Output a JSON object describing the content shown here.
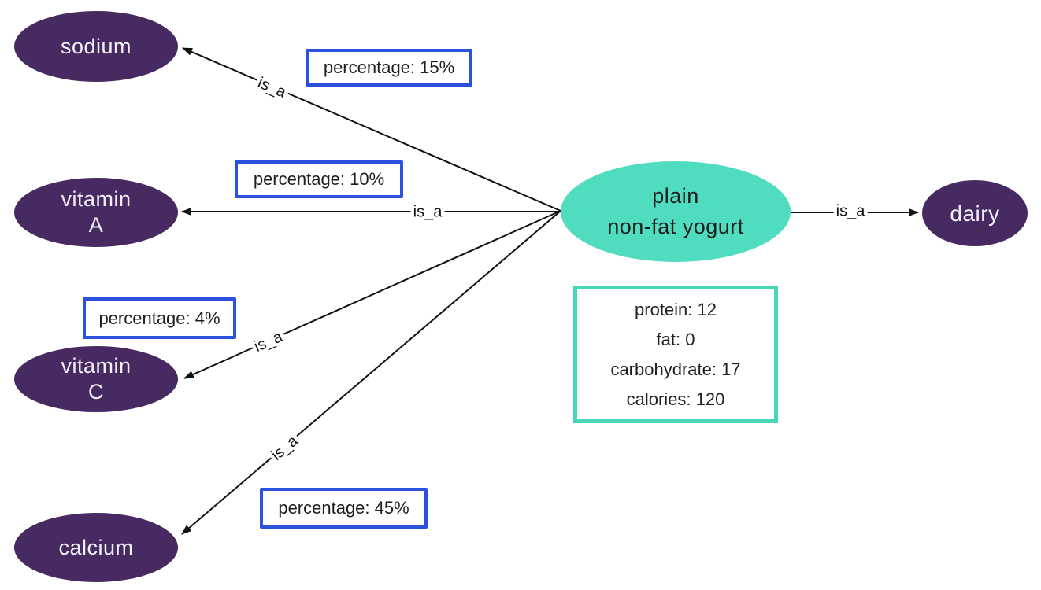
{
  "colors": {
    "node-purple": "#472a62",
    "node-teal": "#50dcbe",
    "attr-border": "#2b51de",
    "info-border": "#47d6b8",
    "edge": "#111111",
    "node-text-light": "#f3eff8",
    "node-text-dark": "#1d1d1d"
  },
  "nodes": {
    "sodium": {
      "label": "sodium"
    },
    "vitamin_a": {
      "line1": "vitamin",
      "line2": "A"
    },
    "vitamin_c": {
      "line1": "vitamin",
      "line2": "C"
    },
    "calcium": {
      "label": "calcium"
    },
    "yogurt": {
      "line1": "plain",
      "line2": "non-fat yogurt"
    },
    "dairy": {
      "label": "dairy"
    }
  },
  "edges": [
    {
      "from": "plain non-fat yogurt",
      "to": "sodium",
      "label": "is_a"
    },
    {
      "from": "plain non-fat yogurt",
      "to": "vitamin A",
      "label": "is_a"
    },
    {
      "from": "plain non-fat yogurt",
      "to": "vitamin C",
      "label": "is_a"
    },
    {
      "from": "plain non-fat yogurt",
      "to": "calcium",
      "label": "is_a"
    },
    {
      "from": "plain non-fat yogurt",
      "to": "dairy",
      "label": "is_a"
    }
  ],
  "attributes": [
    {
      "for": "sodium",
      "text": "percentage: 15%"
    },
    {
      "for": "vitamin A",
      "text": "percentage: 10%"
    },
    {
      "for": "vitamin C",
      "text": "percentage: 4%"
    },
    {
      "for": "calcium",
      "text": "percentage: 45%"
    }
  ],
  "info_box": {
    "lines": [
      "protein: 12",
      "fat: 0",
      "carbohydrate: 17",
      "calories: 120"
    ]
  }
}
